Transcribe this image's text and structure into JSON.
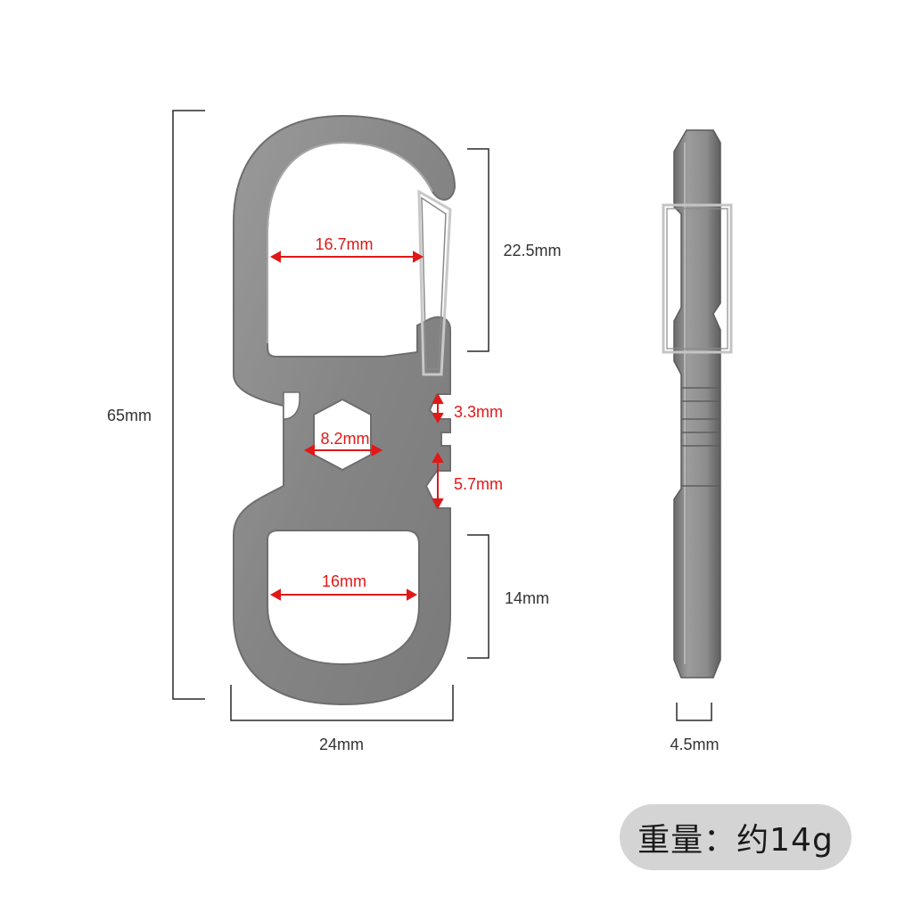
{
  "colors": {
    "metal": "#8a8a8a",
    "metal_edge": "#6e6e6e",
    "bracket": "#2a2a2a",
    "annotation_red": "#e01818",
    "badge_bg": "#d4d4d4"
  },
  "dimensions": {
    "overall_height": "65mm",
    "overall_width": "24mm",
    "top_opening_height": "22.5mm",
    "top_opening_width": "16.7mm",
    "hex_wrench": "8.2mm",
    "small_notch": "3.3mm",
    "large_notch": "5.7mm",
    "bottom_opening_width": "16mm",
    "bottom_opening_height": "14mm",
    "thickness": "4.5mm"
  },
  "weight_label": "重量：约14g"
}
